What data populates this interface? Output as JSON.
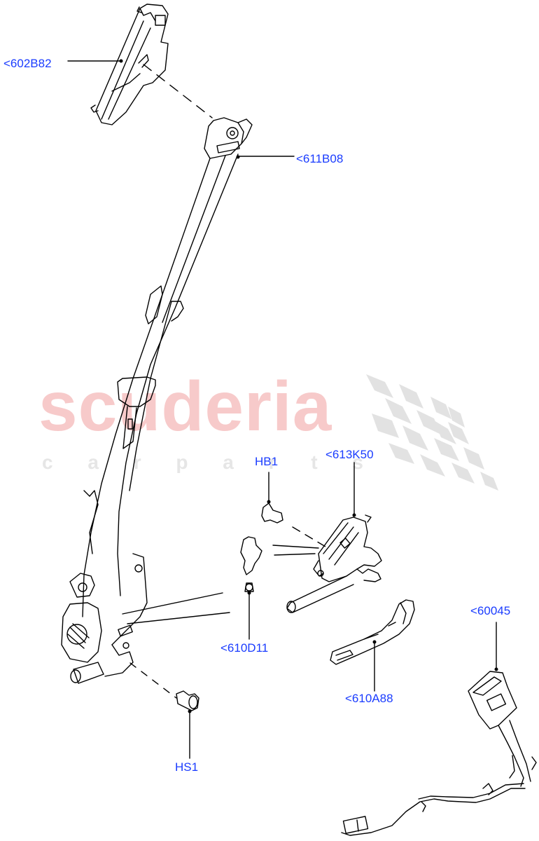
{
  "watermark": {
    "brand": "scuderia",
    "tagline": "c a r p a r t s",
    "brand_color": "#f7caca",
    "tagline_color": "#e6e6e6",
    "checker_color": "#e2e2e2"
  },
  "label_color": "#1a3cff",
  "callouts": [
    {
      "id": "602B82",
      "label": "<602B82"
    },
    {
      "id": "611B08",
      "label": "<611B08"
    },
    {
      "id": "HB1",
      "label": "HB1"
    },
    {
      "id": "613K50",
      "label": "<613K50"
    },
    {
      "id": "610D11",
      "label": "<610D11"
    },
    {
      "id": "610A88",
      "label": "<610A88"
    },
    {
      "id": "60045",
      "label": "<60045"
    },
    {
      "id": "HS1",
      "label": "HS1"
    }
  ],
  "parts": [
    "height-adjuster",
    "seat-belt-retractor-and-webbing",
    "bolt-hb1",
    "seat-belt-pretensioner-assembly",
    "bracket-clip",
    "sleeve-cover",
    "buckle-with-harness",
    "bolt-hs1"
  ]
}
